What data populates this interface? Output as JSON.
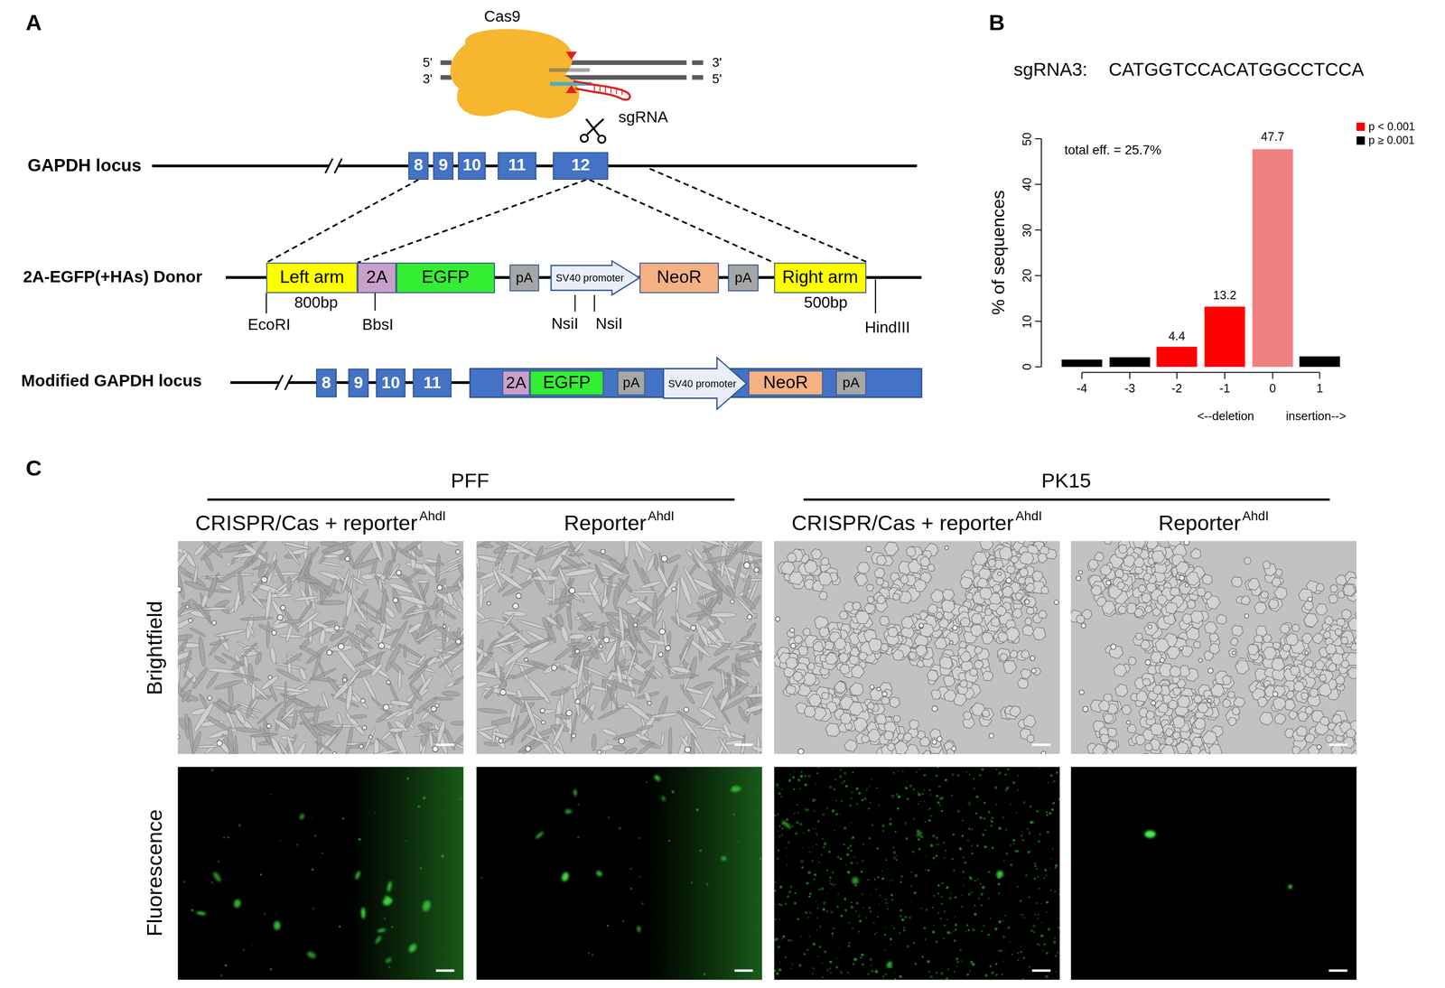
{
  "diagram": {
    "nodes": [
      {
        "text": [
          "8"
        ]
      },
      {
        "text": [
          "9"
        ]
      },
      {
        "text": [
          "10"
        ]
      },
      {
        "text": [
          "11"
        ]
      },
      {
        "text": [
          "12"
        ]
      },
      {
        "text": [
          "Left arm"
        ]
      },
      {
        "text": [
          "2A"
        ]
      },
      {
        "text": [
          "EGFP"
        ]
      },
      {
        "text": [
          "pA"
        ]
      },
      {
        "text": [
          "SV40 promoter"
        ]
      },
      {
        "text": [
          "NeoR"
        ]
      },
      {
        "text": [
          "pA"
        ]
      },
      {
        "text": [
          "Right arm"
        ]
      },
      {
        "text": [
          "8"
        ]
      },
      {
        "text": [
          "9"
        ]
      },
      {
        "text": [
          "10"
        ]
      },
      {
        "text": [
          "11"
        ]
      },
      {
        "text": [
          "2A"
        ]
      },
      {
        "text": [
          "EGFP"
        ]
      },
      {
        "text": [
          "pA"
        ]
      },
      {
        "text": [
          "SV40 promoter"
        ]
      },
      {
        "text": [
          "NeoR"
        ]
      },
      {
        "text": [
          "pA"
        ]
      }
    ],
    "edges": [
      {
        "from": 0,
        "to": 5,
        "arrow": "none"
      },
      {
        "from": 4,
        "to": 5,
        "arrow": "none"
      },
      {
        "from": 4,
        "to": 12,
        "arrow": "none"
      }
    ],
    "labels": [
      "A",
      "B",
      "C",
      "Cas9",
      "5'",
      "3'",
      "3'",
      "5'",
      "sgRNA",
      "GAPDH locus",
      "2A-EGFP(+HAs) Donor",
      "Modified GAPDH locus",
      "800bp",
      "500bp",
      "EcoRI",
      "BbsI",
      "NsiI",
      "NsiI",
      "HindIII",
      "sgRNA3:",
      "CATGGTCCACATGGCCTCCA",
      "total eff. = 25.7%",
      "47.7",
      "13.2",
      "4.4",
      "50",
      "40",
      "30",
      "20",
      "10",
      "0",
      "-4",
      "-3",
      "-2",
      "-1",
      "0",
      "1",
      "<--deletion",
      "insertion-->",
      "% of sequences",
      "PFF",
      "PK15",
      "CRISPR/Cas + reporter",
      "AhdI",
      "Reporter",
      "AhdI",
      "CRISPR/Cas + reporter",
      "AhdI",
      "Reporter",
      "AhdI",
      "Brightfield",
      "Fluorescence"
    ],
    "legend": [
      {
        "text": "p < 0.001",
        "color": "#ff0000"
      },
      {
        "text": "p ≥ 0.001",
        "color": "#000000"
      }
    ]
  }
}
